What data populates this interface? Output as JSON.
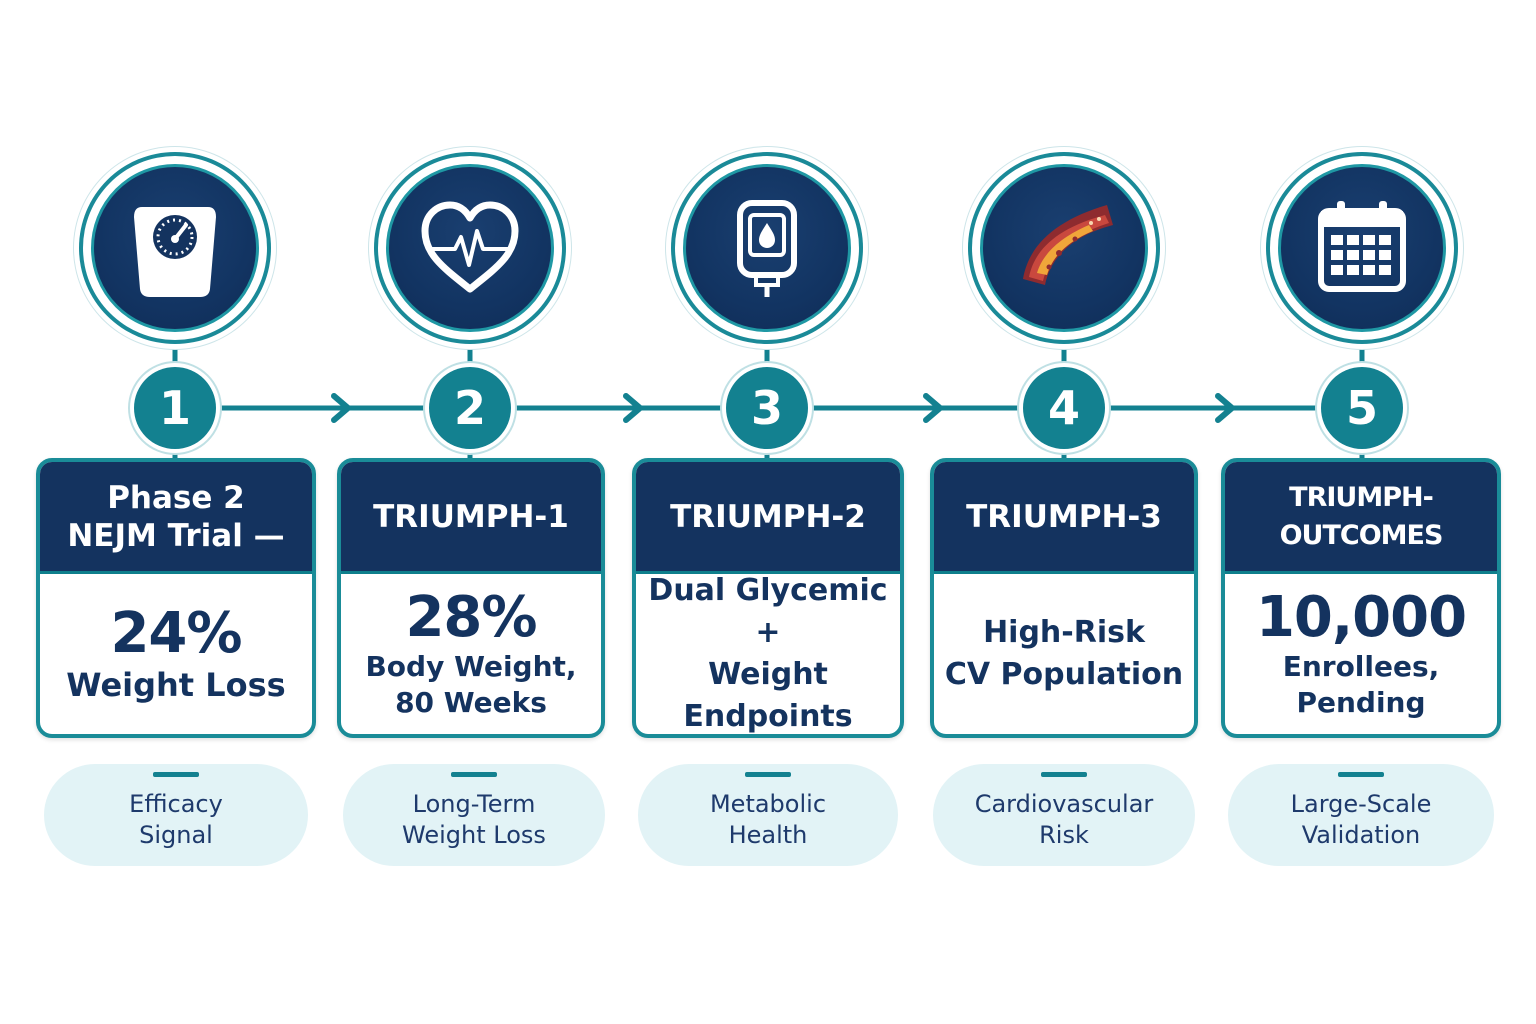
{
  "steps": [
    {
      "number": "1",
      "icon": "weight-scale-icon",
      "header_lines": [
        "Phase 2",
        "NEJM Trial —"
      ],
      "stat": "24%",
      "detail_lines": [
        "Weight Loss"
      ],
      "category_lines": [
        "Efficacy",
        "Signal"
      ]
    },
    {
      "number": "2",
      "icon": "heart-pulse-icon",
      "header_lines": [
        "TRIUMPH-1"
      ],
      "stat": "28%",
      "detail_lines": [
        "Body Weight,",
        "80 Weeks"
      ],
      "category_lines": [
        "Long-Term",
        "Weight Loss"
      ]
    },
    {
      "number": "3",
      "icon": "glucose-meter-icon",
      "header_lines": [
        "TRIUMPH-2"
      ],
      "stat": "",
      "detail_lines": [
        "Dual Glycemic +",
        "Weight Endpoints"
      ],
      "category_lines": [
        "Metabolic",
        "Health"
      ]
    },
    {
      "number": "4",
      "icon": "artery-plaque-icon",
      "header_lines": [
        "TRIUMPH-3"
      ],
      "stat": "",
      "detail_lines": [
        "High-Risk",
        "CV Population"
      ],
      "category_lines": [
        "Cardiovascular",
        "Risk"
      ]
    },
    {
      "number": "5",
      "icon": "calendar-icon",
      "header_lines": [
        "TRIUMPH-OUTCOMES"
      ],
      "stat": "10,000",
      "detail_lines": [
        "Enrollees,",
        "Pending"
      ],
      "category_lines": [
        "Large-Scale",
        "Validation"
      ]
    }
  ],
  "colors": {
    "navy": "#14335f",
    "teal": "#138190",
    "pill_bg": "#e2f3f6"
  }
}
